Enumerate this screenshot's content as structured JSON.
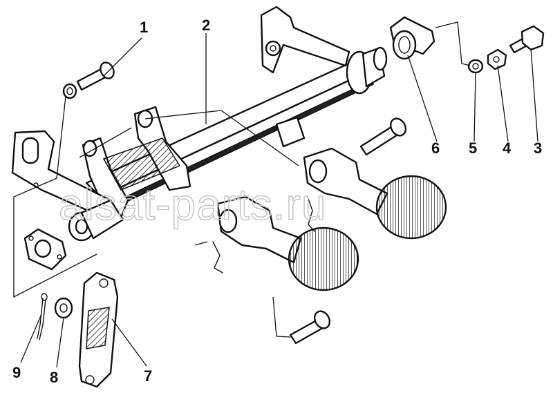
{
  "watermark": "alsat-parts.ru",
  "callouts": [
    {
      "id": "1",
      "label": "1"
    },
    {
      "id": "2",
      "label": "2"
    },
    {
      "id": "3",
      "label": "3"
    },
    {
      "id": "4",
      "label": "4"
    },
    {
      "id": "5",
      "label": "5"
    },
    {
      "id": "6",
      "label": "6"
    },
    {
      "id": "7",
      "label": "7"
    },
    {
      "id": "8",
      "label": "8"
    },
    {
      "id": "9",
      "label": "9"
    }
  ]
}
